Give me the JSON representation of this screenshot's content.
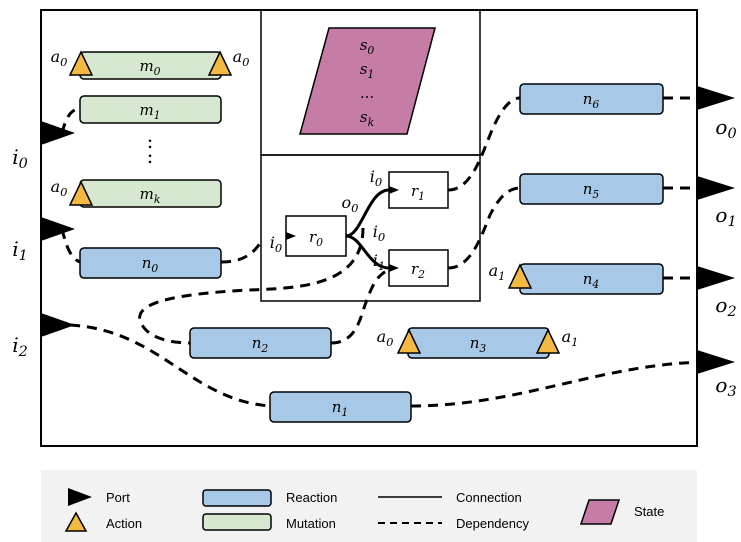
{
  "colors": {
    "reaction": "#a7c8e7",
    "mutation": "#d6e8d0",
    "state": "#c57da6",
    "action": "#f4b942",
    "legend_bg": "#f2f2f2"
  },
  "inputs": [
    {
      "id": "i0",
      "label": "i",
      "sub": "0"
    },
    {
      "id": "i1",
      "label": "i",
      "sub": "1"
    },
    {
      "id": "i2",
      "label": "i",
      "sub": "2"
    }
  ],
  "outputs": [
    {
      "id": "o0",
      "label": "o",
      "sub": "0"
    },
    {
      "id": "o1",
      "label": "o",
      "sub": "1"
    },
    {
      "id": "o2",
      "label": "o",
      "sub": "2"
    },
    {
      "id": "o3",
      "label": "o",
      "sub": "3"
    }
  ],
  "mutations": [
    {
      "id": "m0",
      "label": "m",
      "sub": "0"
    },
    {
      "id": "m1",
      "label": "m",
      "sub": "1"
    },
    {
      "id": "mk",
      "label": "m",
      "sub": "k"
    }
  ],
  "mutation_ellipsis": ":",
  "reactions": [
    {
      "id": "n0",
      "label": "n",
      "sub": "0"
    },
    {
      "id": "n1",
      "label": "n",
      "sub": "1"
    },
    {
      "id": "n2",
      "label": "n",
      "sub": "2"
    },
    {
      "id": "n3",
      "label": "n",
      "sub": "3"
    },
    {
      "id": "n4",
      "label": "n",
      "sub": "4"
    },
    {
      "id": "n5",
      "label": "n",
      "sub": "5"
    },
    {
      "id": "n6",
      "label": "n",
      "sub": "6"
    }
  ],
  "state": {
    "items": [
      {
        "label": "s",
        "sub": "0"
      },
      {
        "label": "s",
        "sub": "1"
      },
      {
        "label": "...",
        "sub": ""
      },
      {
        "label": "s",
        "sub": "k"
      }
    ]
  },
  "inner": {
    "r0": {
      "label": "r",
      "sub": "0"
    },
    "r1": {
      "label": "r",
      "sub": "1"
    },
    "r2": {
      "label": "r",
      "sub": "2"
    },
    "labels": [
      {
        "id": "r0-in",
        "label": "i",
        "sub": "0"
      },
      {
        "id": "r0-out",
        "label": "o",
        "sub": "0"
      },
      {
        "id": "r1-in",
        "label": "i",
        "sub": "0"
      },
      {
        "id": "r2-in0",
        "label": "i",
        "sub": "0"
      },
      {
        "id": "r2-in1",
        "label": "i",
        "sub": "1"
      }
    ]
  },
  "action_labels": [
    {
      "id": "a0-left",
      "label": "a",
      "sub": "0"
    },
    {
      "id": "a0-right",
      "label": "a",
      "sub": "0"
    },
    {
      "id": "a0-mk",
      "label": "a",
      "sub": "0"
    },
    {
      "id": "a1-n4",
      "label": "a",
      "sub": "1"
    },
    {
      "id": "a0-n3",
      "label": "a",
      "sub": "0"
    },
    {
      "id": "a1-n3",
      "label": "a",
      "sub": "1"
    }
  ],
  "legend": {
    "port": "Port",
    "action": "Action",
    "reaction": "Reaction",
    "mutation": "Mutation",
    "connection": "Connection",
    "dependency": "Dependency",
    "state": "State"
  }
}
